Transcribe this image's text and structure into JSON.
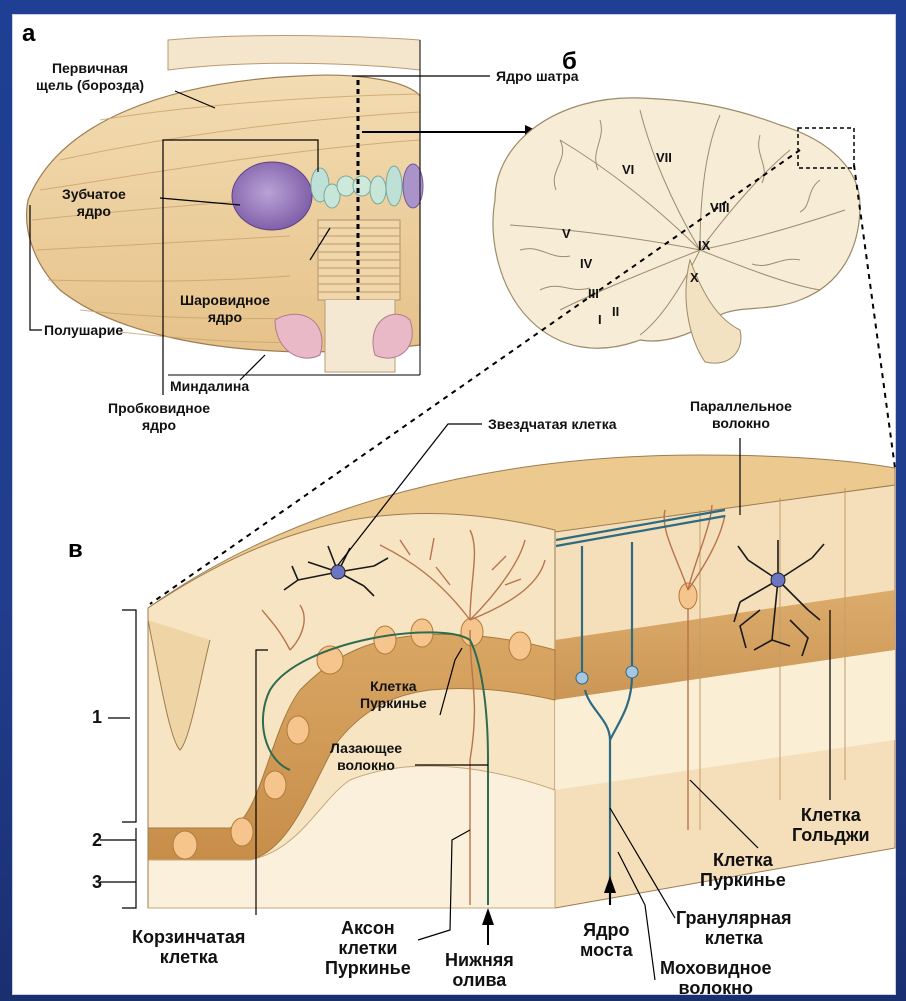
{
  "panel_letters": {
    "a": "а",
    "b": "б",
    "c": "в"
  },
  "panel_a": {
    "primary_fissure": [
      "Первичная",
      "щель (борозда)"
    ],
    "fastigial_nucleus": "Ядро шатра",
    "dentate_nucleus": [
      "Зубчатое",
      "ядро"
    ],
    "globose_nucleus": [
      "Шаровидное",
      "ядро"
    ],
    "hemisphere": "Полушарие",
    "tonsil": "Миндалина",
    "emboliform_nucleus": [
      "Пробковидное",
      "ядро"
    ]
  },
  "panel_b": {
    "lobules": [
      "I",
      "II",
      "III",
      "IV",
      "V",
      "VI",
      "VII",
      "VIII",
      "IX",
      "X"
    ]
  },
  "panel_c": {
    "stellate_cell": "Звездчатая клетка",
    "parallel_fiber": [
      "Параллельное",
      "волокно"
    ],
    "purkinje_cell_left": [
      "Клетка",
      "Пуркинье"
    ],
    "climbing_fiber": [
      "Лазающее",
      "волокно"
    ],
    "golgi_cell": [
      "Клетка",
      "Гольджи"
    ],
    "purkinje_cell_right": [
      "Клетка",
      "Пуркинье"
    ],
    "granule_cell": [
      "Гранулярная",
      "клетка"
    ],
    "basket_cell": [
      "Корзинчатая",
      "клетка"
    ],
    "purkinje_axon": [
      "Аксон",
      "клетки",
      "Пуркинье"
    ],
    "inferior_olive": [
      "Нижняя",
      "олива"
    ],
    "pontine_nucleus": [
      "Ядро",
      "моста"
    ],
    "mossy_fiber": [
      "Моховидное",
      "волокно"
    ],
    "layer_numbers": [
      "1",
      "2",
      "3"
    ]
  }
}
